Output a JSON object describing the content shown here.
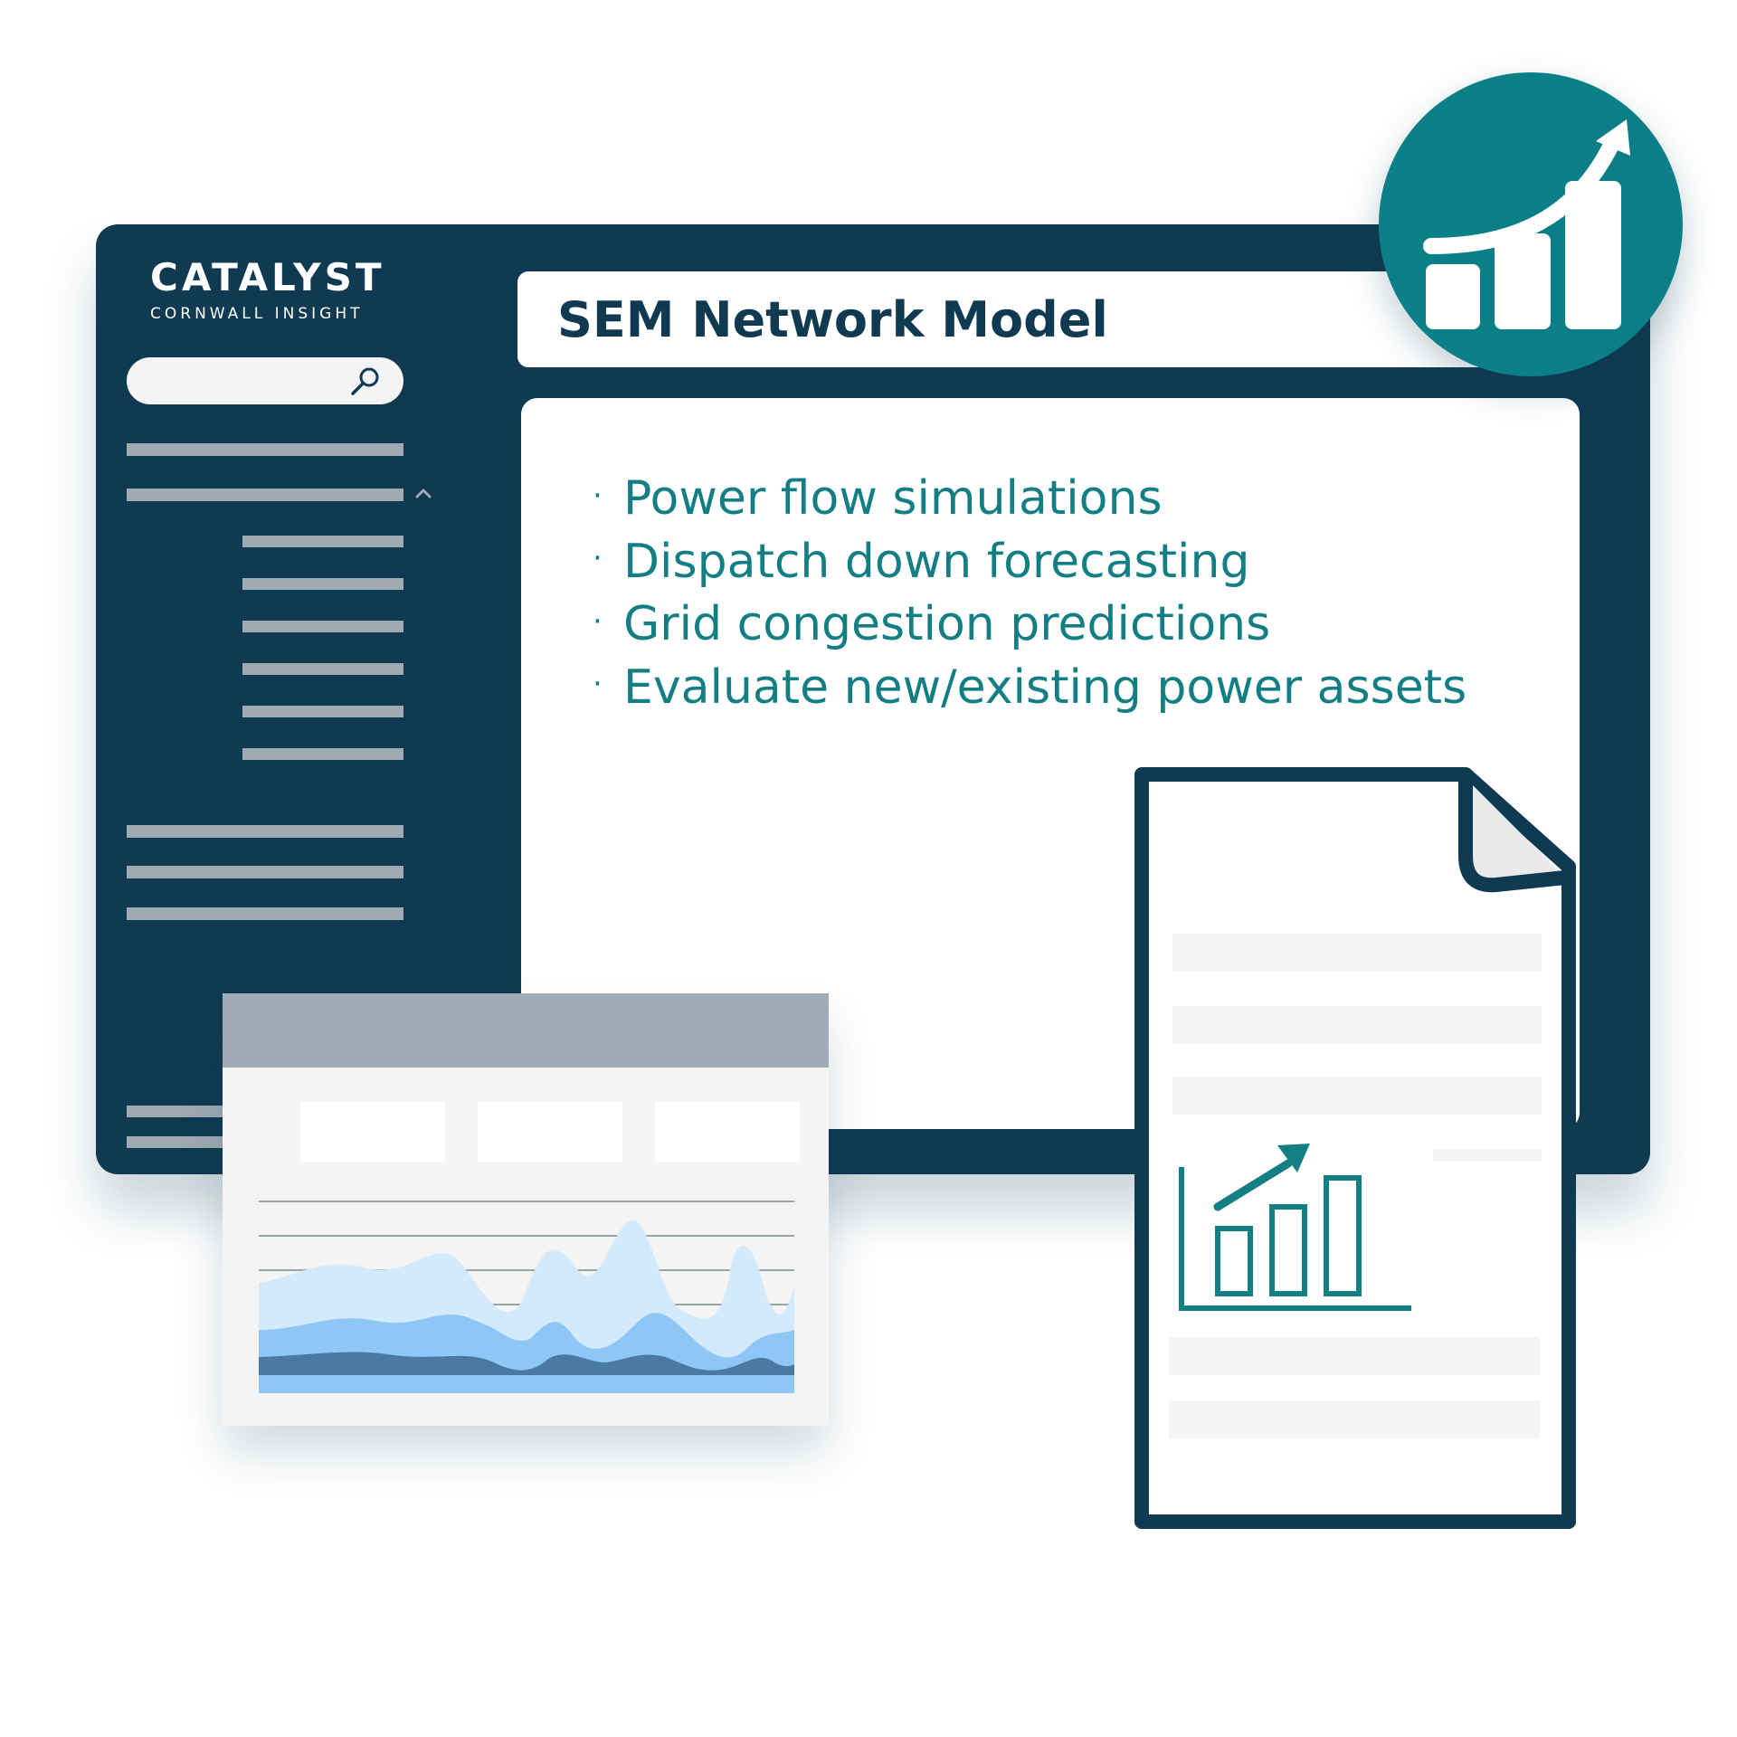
{
  "brand": {
    "name": "CATALYST",
    "subtitle": "CORNWALL INSIGHT"
  },
  "search": {
    "placeholder": "",
    "icon": "search-icon"
  },
  "page": {
    "title": "SEM Network Model"
  },
  "features": [
    "Power flow simulations",
    "Dispatch down forecasting",
    "Grid congestion predictions",
    "Evaluate new/existing power assets"
  ],
  "bullet_glyph": "·",
  "icons": {
    "badge": "growth-chart-icon",
    "chevron": "chevron-up-icon",
    "document_chart": "bar-chart-icon"
  },
  "colors": {
    "frame": "#0f3a52",
    "accent": "#0a7f87",
    "text_accent": "#137f85",
    "nav_bar": "#a0aab3",
    "area_light": "#d3eafc",
    "area_mid": "#8ec7f6",
    "area_dark": "#4a7aa2"
  }
}
